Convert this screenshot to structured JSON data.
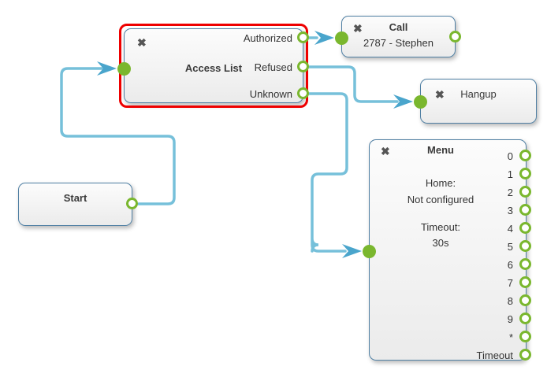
{
  "colors": {
    "wire": "#76c0da",
    "arrow": "#4aa5cc",
    "endpoint": "#7ab72e",
    "node_border": "#4f7fa3",
    "selection": "#ee0000",
    "title": "#3b3b3b",
    "text": "#333333"
  },
  "icons": {
    "close": "✖"
  },
  "nodes": {
    "access_list": {
      "title": "Access List",
      "outputs": [
        "Authorized",
        "Refused",
        "Unknown"
      ]
    },
    "call": {
      "title": "Call",
      "subtitle": "2787 - Stephen"
    },
    "hangup": {
      "title": "Hangup"
    },
    "menu": {
      "title": "Menu",
      "home_label": "Home:",
      "home_value": "Not configured",
      "timeout_label": "Timeout:",
      "timeout_value": "30s",
      "outputs": [
        "0",
        "1",
        "2",
        "3",
        "4",
        "5",
        "6",
        "7",
        "8",
        "9",
        "*",
        "Timeout"
      ]
    },
    "start": {
      "title": "Start"
    }
  }
}
